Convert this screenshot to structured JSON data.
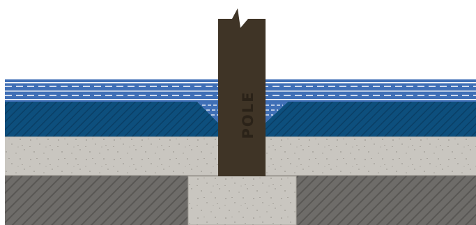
{
  "diagram": {
    "pole_label": "POLE",
    "layers": [
      "roof-membrane",
      "insulation",
      "concrete-slab",
      "structural-base",
      "concrete-footing",
      "pole"
    ],
    "colors": {
      "membrane_blue": "#3f6fb6",
      "membrane_dash": "#ffffff",
      "insulation_blue": "#0d4f7d",
      "insulation_hatch": "#0a3f66",
      "concrete": "#c9c6c0",
      "concrete_speckle": "#8f8b84",
      "base_grey": "#6e6c69",
      "base_hatch": "#585653",
      "pole_brown": "#3f3426",
      "pole_label": "#2a2218"
    }
  }
}
